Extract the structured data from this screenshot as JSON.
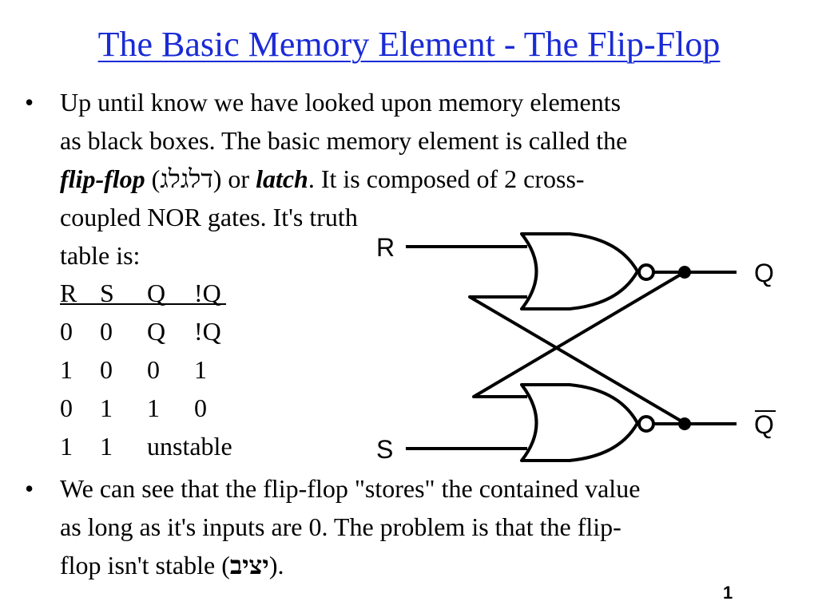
{
  "title": "The Basic Memory Element - The Flip-Flop",
  "bullet_symbol": "•",
  "bullet1": {
    "line1": "Up until know we have looked upon memory elements",
    "line2": "as black boxes. The basic memory element is called the",
    "line3_term1": "flip-flop",
    "line3_open": " (",
    "line3_hebrew": "דלגלג",
    "line3_close": ") or ",
    "line3_term2": "latch",
    "line3_rest": ". It is composed of 2 cross-",
    "line4": "coupled NOR gates. It's truth",
    "line5": "table is:"
  },
  "truth_table": {
    "headers": [
      "R",
      "S",
      "Q",
      "!Q"
    ],
    "rows": [
      [
        "0",
        "0",
        "Q",
        "!Q"
      ],
      [
        "1",
        "0",
        "0",
        "1"
      ],
      [
        "0",
        "1",
        "1",
        "0"
      ],
      [
        "1",
        "1",
        "unstable"
      ]
    ]
  },
  "circuit": {
    "label_r": "R",
    "label_s": "S",
    "label_q": "Q",
    "label_qbar": "Q"
  },
  "bullet2": {
    "line1": "We can see that the flip-flop \"stores\" the contained value",
    "line2": "as long as it's inputs are 0. The problem is that the flip-",
    "line3_start": "flop isn't stable (",
    "line3_hebrew": "יציב",
    "line3_end": ")."
  },
  "page_number": "1"
}
